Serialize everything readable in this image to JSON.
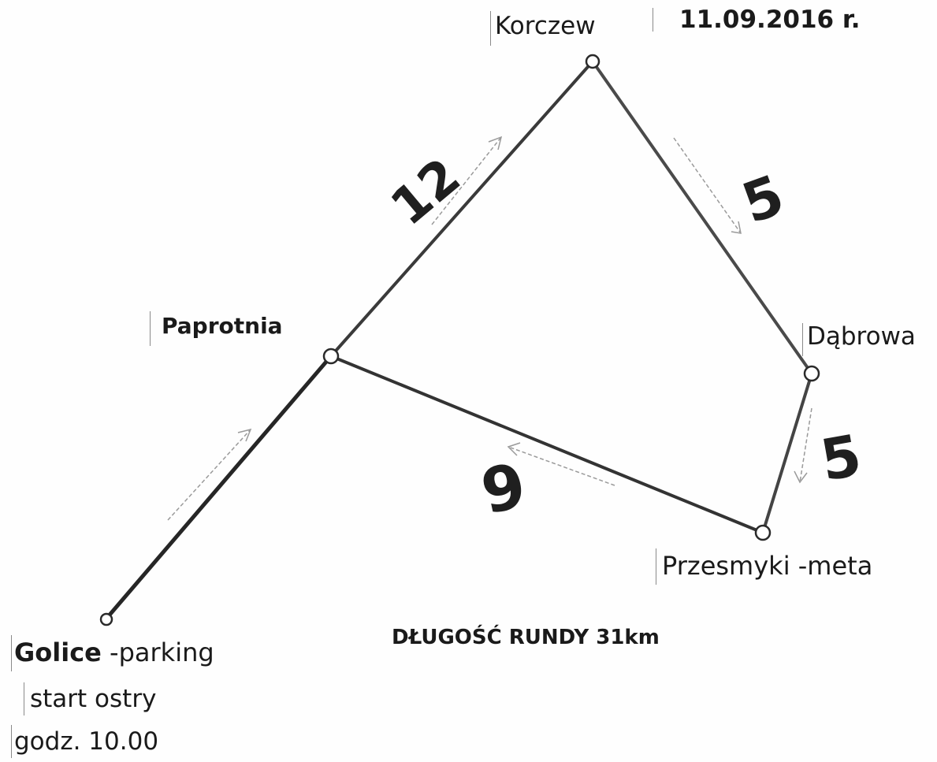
{
  "date": "11.09.2016 r.",
  "round_length": "DŁUGOŚĆ RUNDY   31km",
  "places": {
    "korczew": "Korczew",
    "paprotnia": "Paprotnia",
    "dabrowa": "Dąbrowa",
    "przesmyki": "Przesmyki -meta",
    "golice_name": "Golice",
    "golice_suffix": " -parking",
    "start": "start ostry",
    "time": "godz.  10.00"
  },
  "segments": {
    "paprotnia_korczew": "12",
    "korczew_dabrowa": "5",
    "dabrowa_przesmyki": "5",
    "przesmyki_paprotnia": "9"
  },
  "colors": {
    "route_line": "#2b2b2b",
    "arrow": "#9a9a9a",
    "text": "#1a1a1a"
  }
}
